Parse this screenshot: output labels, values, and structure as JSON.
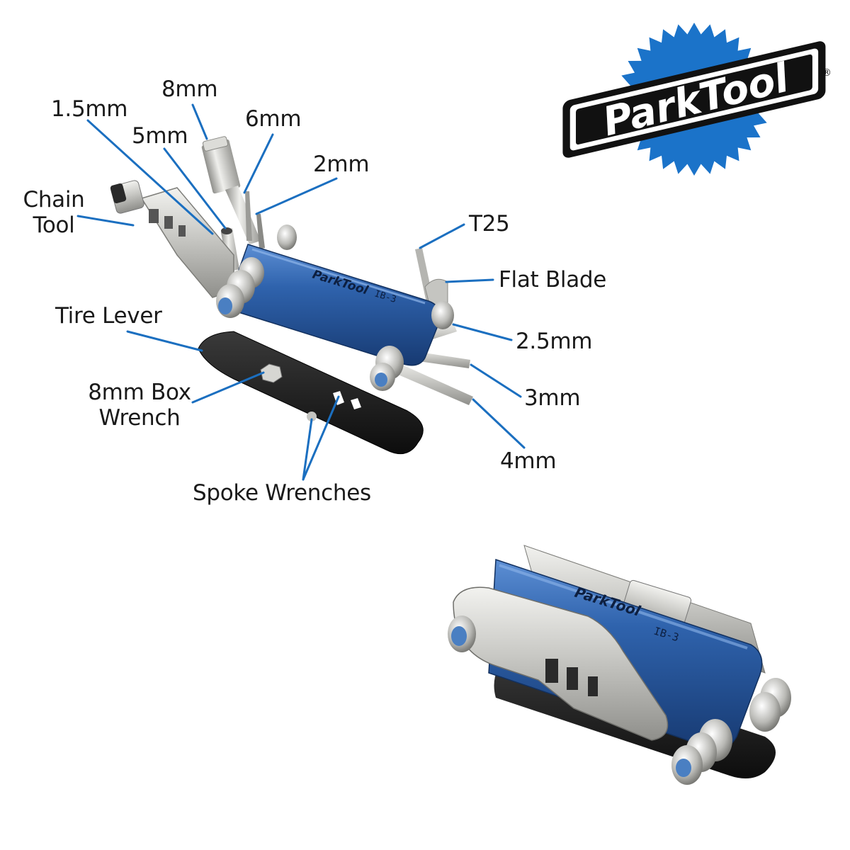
{
  "brand": {
    "logo_text": "ParkTool",
    "registered_mark": "®",
    "colors": {
      "blue": "#1b73c9",
      "dark": "#111111"
    }
  },
  "tool": {
    "engraving_brand": "ParkTool",
    "model": "IB-3",
    "colors": {
      "body_blue": "#2a5fa8",
      "steel": "#c9c9c5",
      "black_part": "#1e1e1e",
      "leader_blue": "#1b6fc0"
    }
  },
  "labels": {
    "hex_8mm": "8mm",
    "hex_1_5mm": "1.5mm",
    "hex_6mm": "6mm",
    "hex_5mm": "5mm",
    "hex_2mm": "2mm",
    "chain_tool_line1": "Chain",
    "chain_tool_line2": "Tool",
    "t25": "T25",
    "flat_blade": "Flat Blade",
    "tire_lever": "Tire Lever",
    "hex_2_5mm": "2.5mm",
    "box_wrench_line1": "8mm Box",
    "box_wrench_line2": "Wrench",
    "hex_3mm": "3mm",
    "hex_4mm": "4mm",
    "spoke_wrenches": "Spoke Wrenches"
  }
}
